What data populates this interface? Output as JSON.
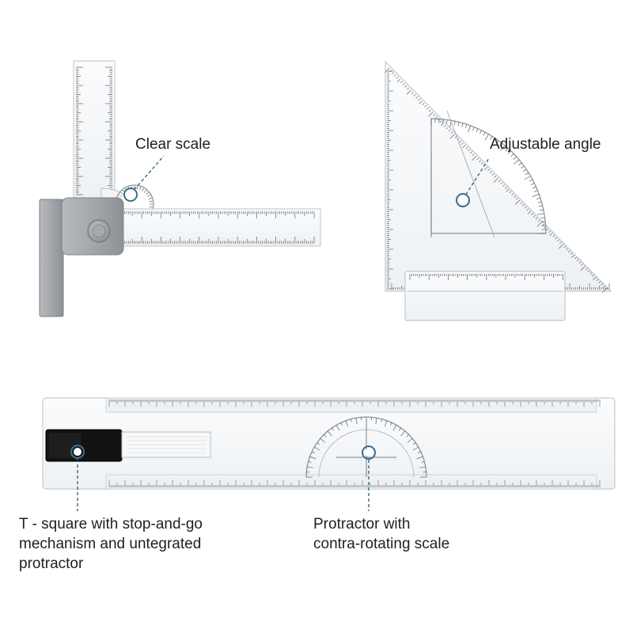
{
  "callouts": {
    "clear_scale": "Clear scale",
    "adjustable_angle": "Adjustable angle",
    "t_square": {
      "line1": "T - square with stop-and-go",
      "line2": "mechanism and untegrated",
      "line3": "protractor"
    },
    "protractor": {
      "line1": "Protractor with",
      "line2": "contra-rotating scale"
    }
  },
  "colors": {
    "text": "#1f1f1f",
    "callout_line": "#2d5a7a",
    "ruler_edge": "#c9ced3",
    "ruler_fill": "#f4f6f8",
    "tick": "#555b61",
    "holder_gray": "#a9adb1",
    "black_slider": "#111111"
  }
}
